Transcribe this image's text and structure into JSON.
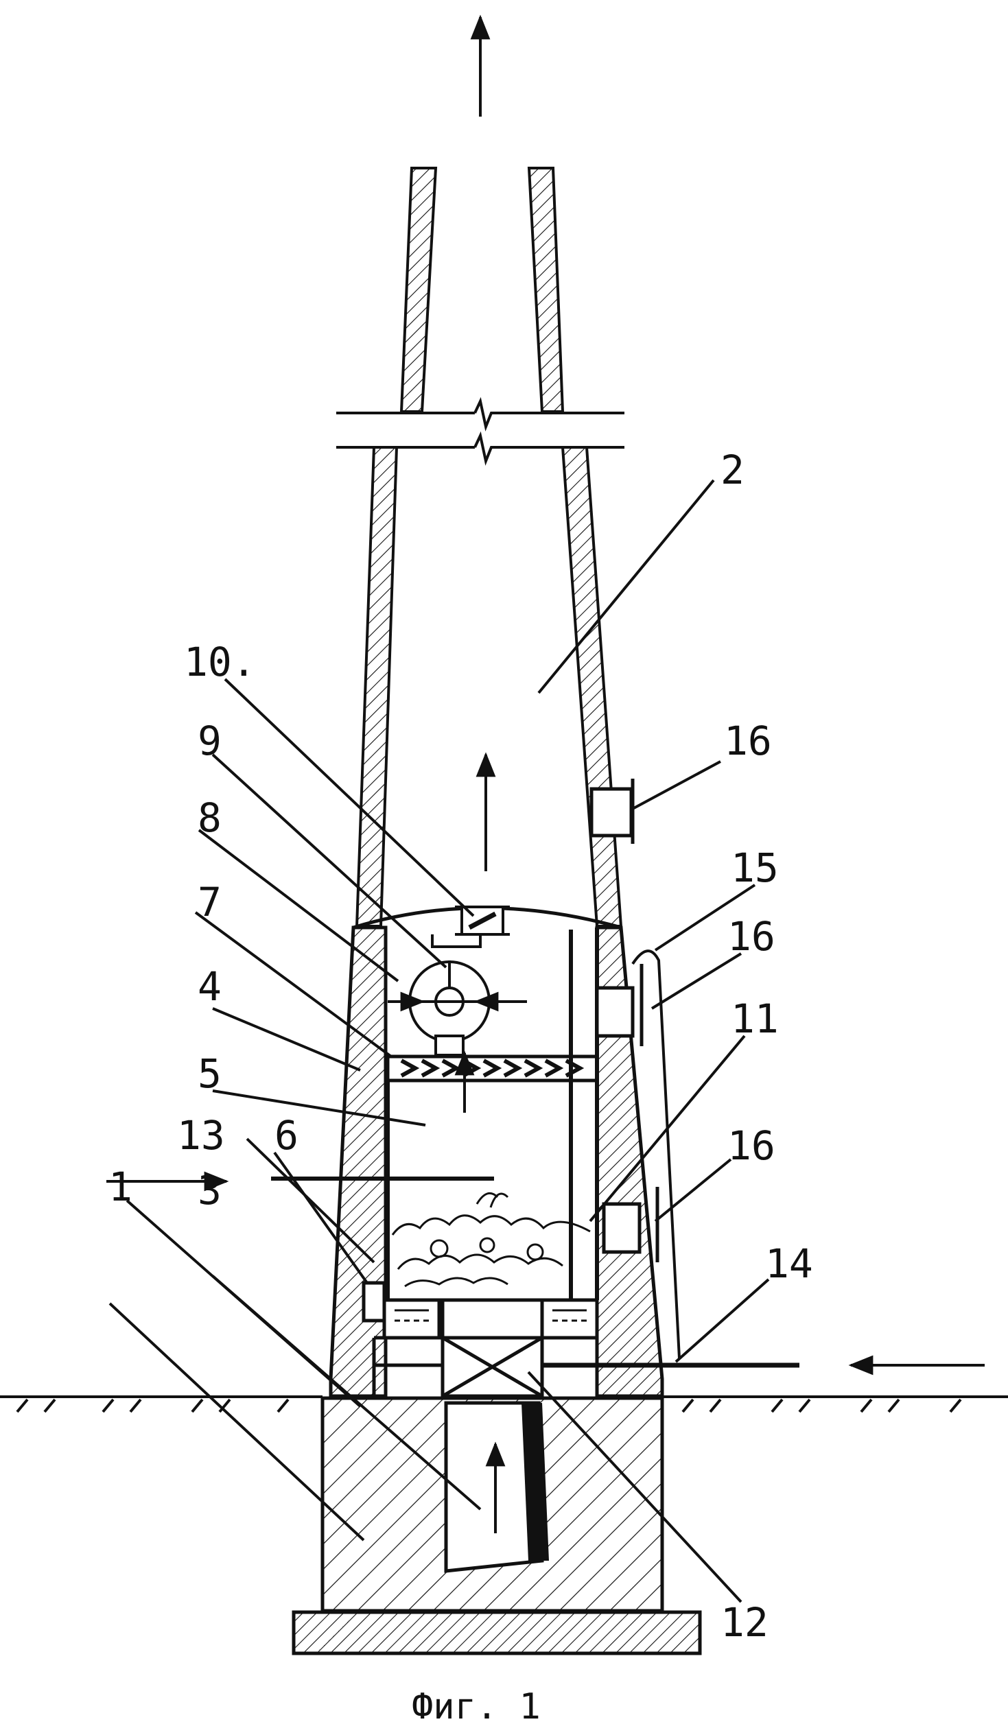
{
  "figure": {
    "caption": "Фиг. 1",
    "labels": {
      "l1": "1",
      "l2": "2",
      "l3": "3",
      "l4": "4",
      "l5": "5",
      "l6": "6",
      "l7": "7",
      "l8": "8",
      "l9": "9",
      "l10": "10.",
      "l11": "11",
      "l12": "12",
      "l13": "13",
      "l14": "14",
      "l15": "15",
      "l16a": "16",
      "l16b": "16",
      "l16c": "16"
    }
  },
  "colors": {
    "ink": "#111111",
    "paper": "#ffffff"
  }
}
